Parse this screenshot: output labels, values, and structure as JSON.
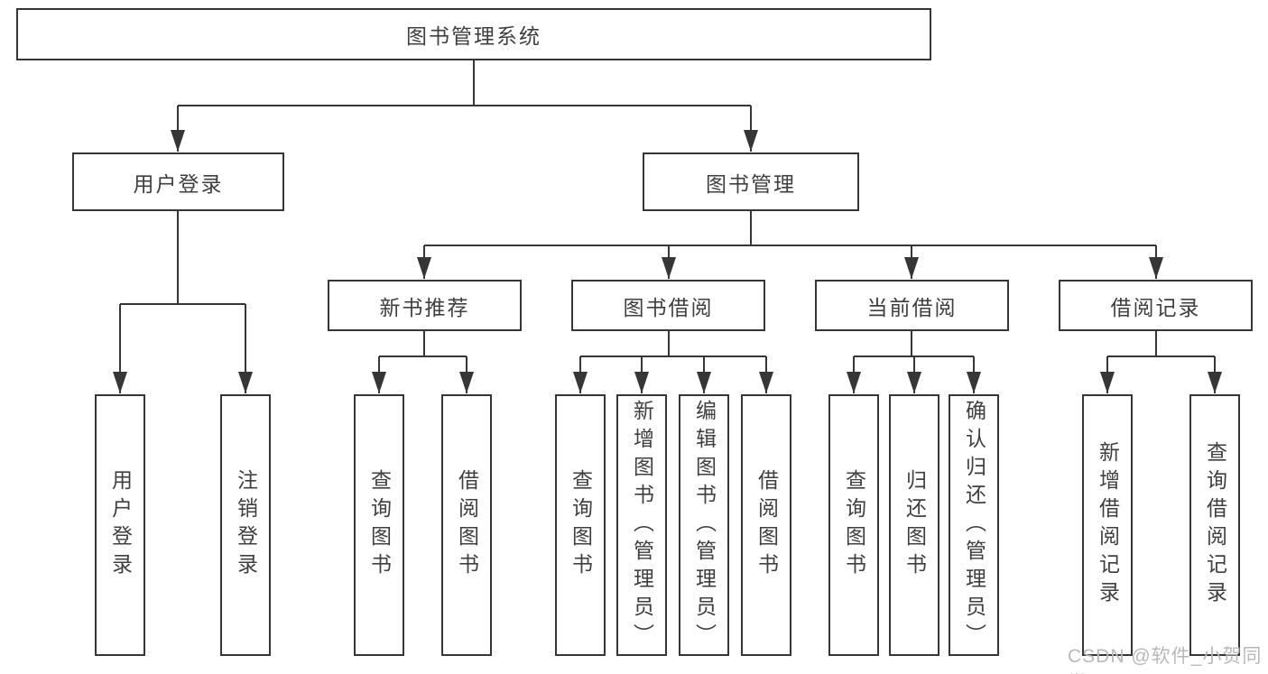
{
  "chart": {
    "root": "图书管理系统",
    "branches": [
      {
        "label": "用户登录",
        "children": [
          "用户登录",
          "注销登录"
        ]
      },
      {
        "label": "图书管理",
        "sections": [
          {
            "label": "新书推荐",
            "children": [
              "查询图书",
              "借阅图书"
            ]
          },
          {
            "label": "图书借阅",
            "children": [
              "查询图书",
              "新增图书（管理员）",
              "编辑图书（管理员）",
              "借阅图书"
            ]
          },
          {
            "label": "当前借阅",
            "children": [
              "查询图书",
              "归还图书",
              "确认归还（管理员）"
            ]
          },
          {
            "label": "借阅记录",
            "children": [
              "新增借阅记录",
              "查询借阅记录"
            ]
          }
        ]
      }
    ]
  },
  "watermark": "CSDN @软件_小贺同学",
  "colors": {
    "line": "#363636",
    "text": "#3f3f3f",
    "watermark": "#b9b9b9",
    "background": "#ffffff"
  }
}
